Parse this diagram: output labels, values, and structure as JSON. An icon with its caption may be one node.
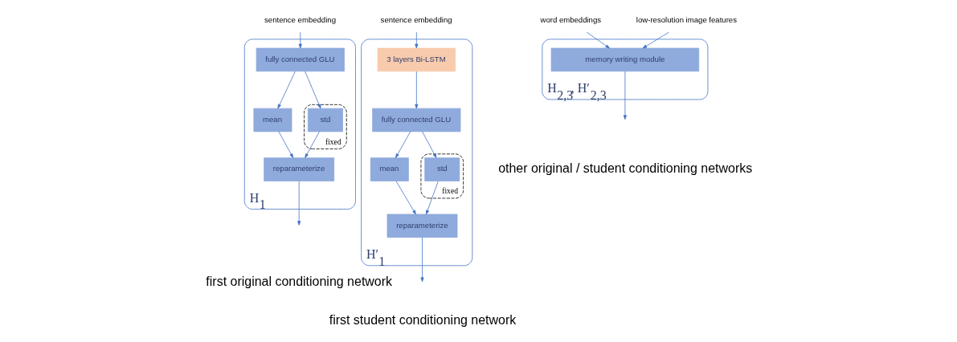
{
  "diagram": {
    "nodes": [
      {
        "text": [
          "sentence embedding"
        ]
      },
      {
        "text": [
          "H$_{1}$"
        ]
      },
      {
        "text": [
          "fully connected GLU"
        ],
        "in": 1
      },
      {
        "text": [
          "mean"
        ],
        "in": 1
      },
      {
        "text": [
          "fixed"
        ],
        "in": 1
      },
      {
        "text": [
          "std"
        ],
        "in": 4
      },
      {
        "text": [
          "reparameterize"
        ],
        "in": 1
      },
      {
        "text": [
          "sentence embedding"
        ]
      },
      {
        "text": [
          "H′$_{1}$"
        ]
      },
      {
        "text": [
          "3 layers Bi-LSTM"
        ],
        "in": 8
      },
      {
        "text": [
          "fully connected GLU"
        ],
        "in": 8
      },
      {
        "text": [
          "mean"
        ],
        "in": 8
      },
      {
        "text": [
          "fixed"
        ],
        "in": 8
      },
      {
        "text": [
          "std"
        ],
        "in": 12
      },
      {
        "text": [
          "reparameterize"
        ],
        "in": 8
      },
      {
        "text": [
          "word embeddings"
        ]
      },
      {
        "text": [
          "low-resolution image features"
        ]
      },
      {
        "text": [
          "H$_{2,3}$, H′$_{2,3}$"
        ]
      },
      {
        "text": [
          "memory writing module"
        ],
        "in": 17
      }
    ],
    "edges": [
      {
        "from": 0,
        "to": 2,
        "arrow": "to"
      },
      {
        "from": 2,
        "to": 3,
        "arrow": "to"
      },
      {
        "from": 2,
        "to": 5,
        "arrow": "to"
      },
      {
        "from": 3,
        "to": 6,
        "arrow": "to"
      },
      {
        "from": 5,
        "to": 6,
        "arrow": "to"
      },
      {
        "from": 6,
        "to": null,
        "arrow": "to"
      },
      {
        "from": 7,
        "to": 9,
        "arrow": "to"
      },
      {
        "from": 9,
        "to": 10,
        "arrow": "to"
      },
      {
        "from": 10,
        "to": 11,
        "arrow": "to"
      },
      {
        "from": 10,
        "to": 13,
        "arrow": "to"
      },
      {
        "from": 11,
        "to": 14,
        "arrow": "to"
      },
      {
        "from": 13,
        "to": 14,
        "arrow": "to"
      },
      {
        "from": 14,
        "to": null,
        "arrow": "to"
      },
      {
        "from": 15,
        "to": 18,
        "arrow": "to"
      },
      {
        "from": 16,
        "to": 18,
        "arrow": "to"
      },
      {
        "from": 18,
        "to": null,
        "arrow": "to"
      }
    ],
    "labels": [
      "first original conditioning network",
      "first student conditioning network",
      "other original / student conditioning networks"
    ]
  }
}
